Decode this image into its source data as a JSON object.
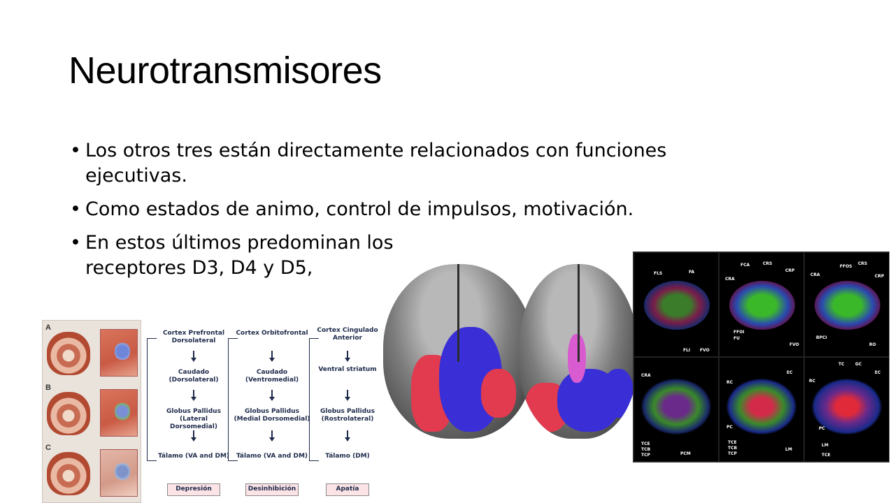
{
  "slide": {
    "title": "Neurotransmisores",
    "bullets": [
      "Los otros tres están directamente relacionados con funciones ejecutivas.",
      "Como estados de animo, control de impulsos, motivación.",
      "En estos últimos predominan los receptores D3, D4 y D5,"
    ]
  },
  "figure_slices": {
    "labels": [
      "A",
      "B",
      "C"
    ]
  },
  "circuits": {
    "columns": [
      {
        "cortex": "Cortex Prefrontal Dorsolateral",
        "striatum": "Caudado (Dorsolateral)",
        "pallidus": "Globus Pallidus (Lateral Dorsomedial)",
        "thalamus": "Tálamo (VA and DM)",
        "result": "Depresión"
      },
      {
        "cortex": "Cortex Orbitofrontal",
        "striatum": "Caudado (Ventromedial)",
        "pallidus": "Globus Pallidus (Medial Dorsomedial)",
        "thalamus": "Tálamo (VA and DM)",
        "result": "Desinhibición"
      },
      {
        "cortex": "Cortex Cingulado Anterior",
        "striatum": "Ventral striatum",
        "pallidus": "Globus Pallidus (Rostrolateral)",
        "thalamus": "Tálamo (DM)",
        "result": "Apatía"
      }
    ]
  },
  "dti": {
    "top_labels": [
      [
        "FLS",
        "FA",
        "FLI",
        "FVO"
      ],
      [
        "FCA",
        "CRS",
        "CRP",
        "CRA",
        "FFOI",
        "FU",
        "FVO"
      ],
      [
        "FFOS",
        "CRS",
        "CRA",
        "CRP",
        "BPCI",
        "RO"
      ]
    ],
    "bottom_labels": [
      [
        "CRA",
        "TCE",
        "TCB",
        "TCP",
        "PCM"
      ],
      [
        "EC",
        "RC",
        "PC",
        "TCE",
        "TCB",
        "TCP",
        "LM"
      ],
      [
        "TC",
        "GC",
        "EC",
        "RC",
        "PC",
        "LM",
        "TCE"
      ]
    ]
  },
  "colors": {
    "overlay_red": "#e23a4f",
    "overlay_blue": "#3a2fd6",
    "overlay_pink": "#d85bd0",
    "result_fill": "#fbe3e6",
    "diagram_text": "#1d2a4a"
  }
}
